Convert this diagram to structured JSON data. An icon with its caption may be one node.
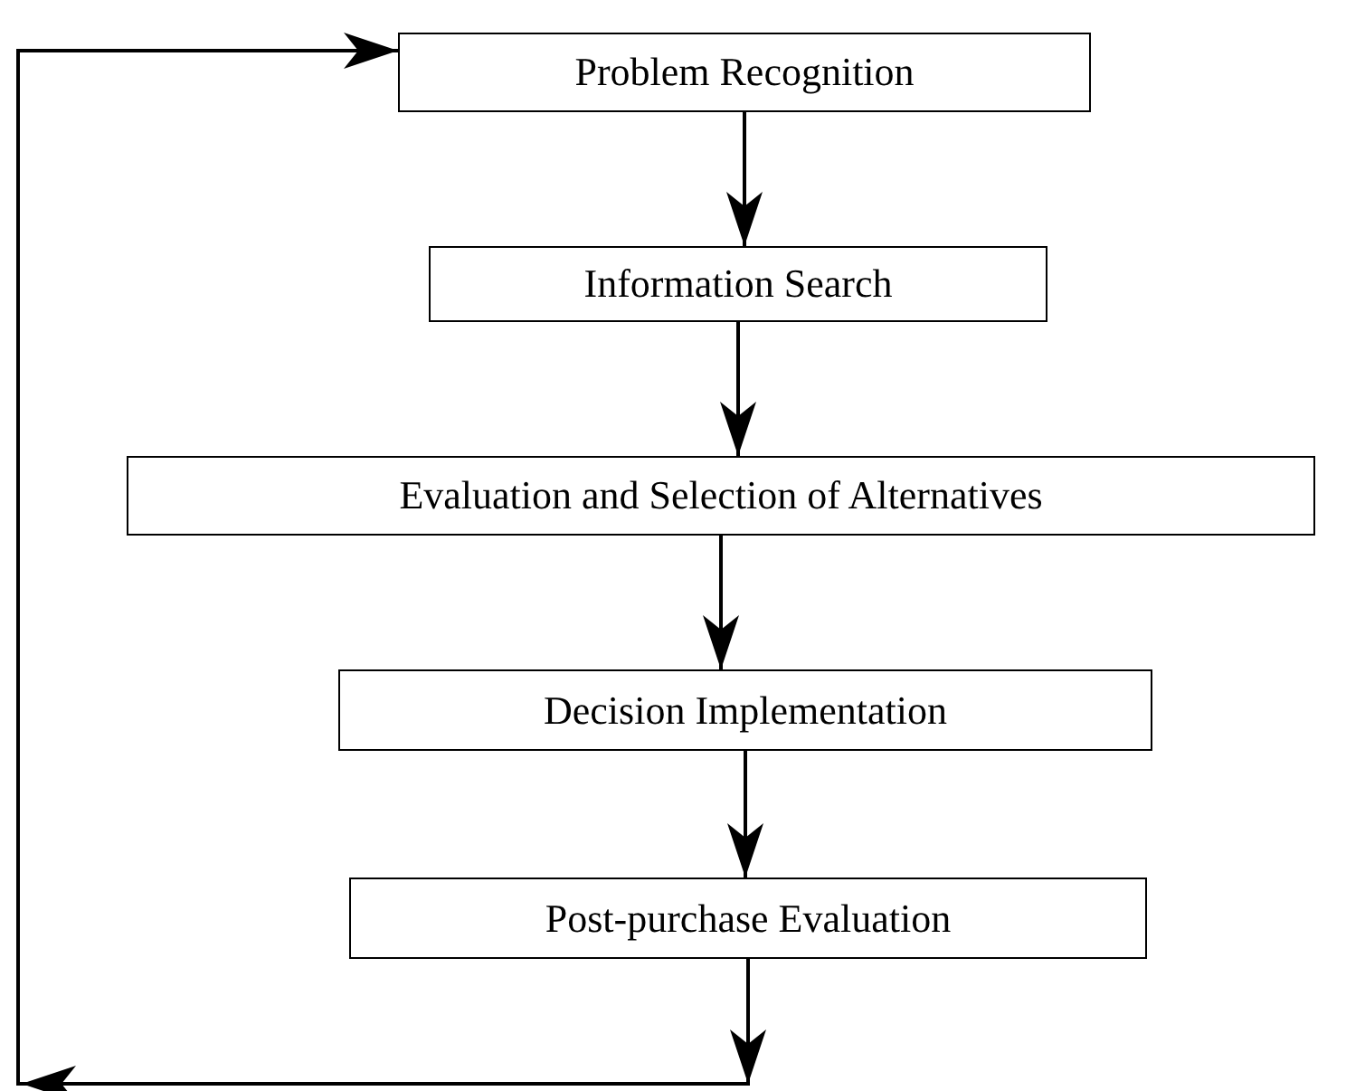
{
  "diagram": {
    "nodes": [
      {
        "text": [
          "Problem Recognition"
        ]
      },
      {
        "text": [
          "Information Search"
        ]
      },
      {
        "text": [
          "Evaluation and Selection of Alternatives"
        ]
      },
      {
        "text": [
          "Decision Implementation"
        ]
      },
      {
        "text": [
          "Post-purchase Evaluation"
        ]
      }
    ],
    "edges": [
      {
        "from": 0,
        "to": 1,
        "arrow": "to"
      },
      {
        "from": 1,
        "to": 2,
        "arrow": "to"
      },
      {
        "from": 2,
        "to": 3,
        "arrow": "to"
      },
      {
        "from": 3,
        "to": 4,
        "arrow": "to"
      },
      {
        "from": 4,
        "to": 0,
        "arrow": "to"
      }
    ]
  }
}
